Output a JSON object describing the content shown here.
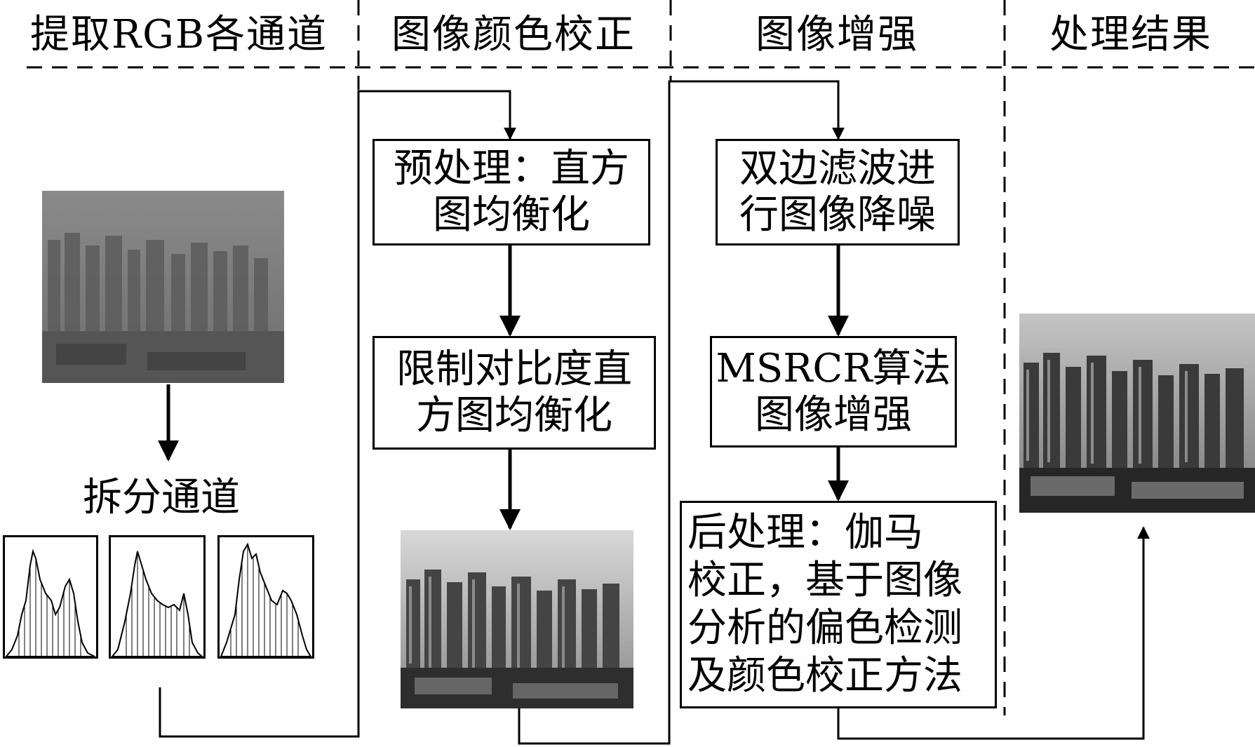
{
  "columns": {
    "col1": "提取RGB各通道",
    "col2": "图像颜色校正",
    "col3": "图像增强",
    "col4": "处理结果"
  },
  "labels": {
    "split": "拆分通道"
  },
  "boxes": {
    "preprocess": [
      "预处理：直方",
      "图均衡化"
    ],
    "clahe": [
      "限制对比度直",
      "方图均衡化"
    ],
    "bilateral": [
      "双边滤波进",
      "行图像降噪"
    ],
    "msrcr": [
      "MSRCR算法",
      "图像增强"
    ],
    "postprocess": [
      "后处理：伽马",
      "校正，基于图像",
      "分析的偏色检测",
      "及颜色校正方法"
    ]
  },
  "images": {
    "input": "hazy-city-photo",
    "corrected": "corrected-city-photo",
    "result": "result-city-photo"
  }
}
